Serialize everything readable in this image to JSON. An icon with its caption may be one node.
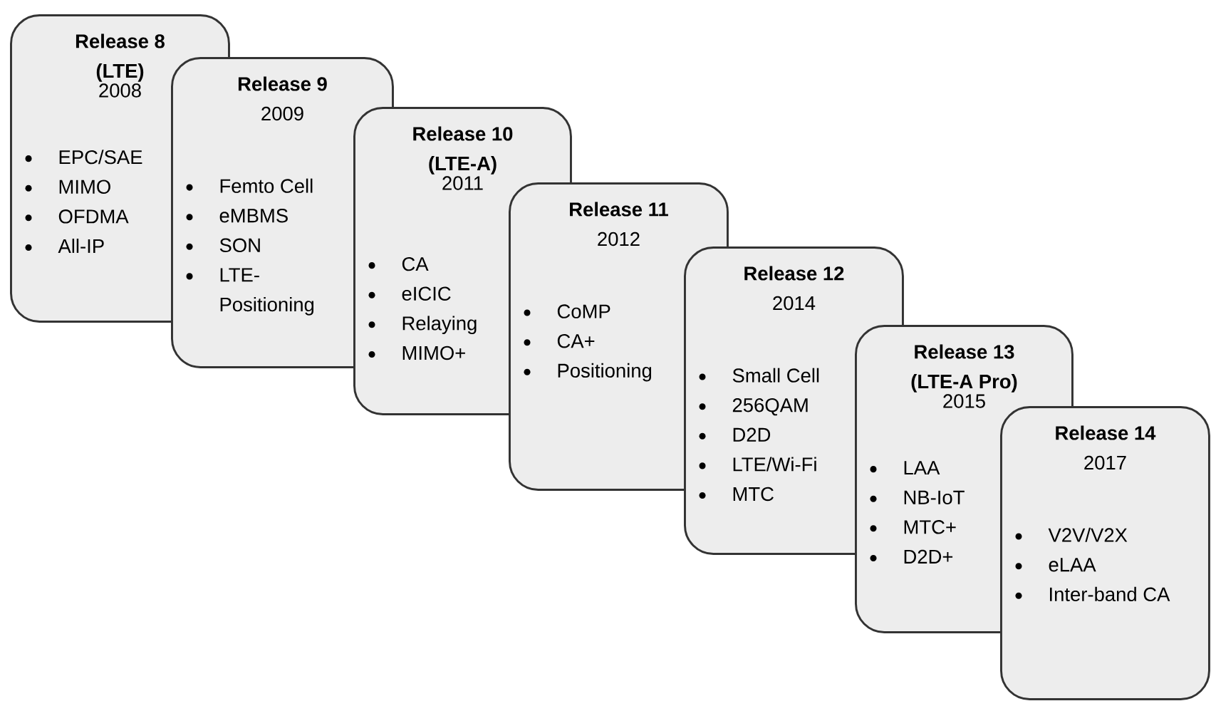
{
  "diagram": {
    "nodes": [
      {
        "text": [
          "Release 8 (LTE)",
          "2008",
          "EPC/SAE",
          "MIMO",
          "OFDMA",
          "All-IP"
        ]
      },
      {
        "text": [
          "Release 9",
          "2009",
          "Femto Cell",
          "eMBMS",
          "SON",
          "LTE-Positioning"
        ]
      },
      {
        "text": [
          "Release 10 (LTE-A)",
          "2011",
          "CA",
          "eICIC",
          "Relaying",
          "MIMO+"
        ]
      },
      {
        "text": [
          "Release 11",
          "2012",
          "CoMP",
          "CA+",
          "Positioning"
        ]
      },
      {
        "text": [
          "Release 12",
          "2014",
          "Small Cell",
          "256QAM",
          "D2D",
          "LTE/Wi-Fi",
          "MTC"
        ]
      },
      {
        "text": [
          "Release 13 (LTE-A Pro)",
          "2015",
          "LAA",
          "NB-IoT",
          "MTC+",
          "D2D+"
        ]
      },
      {
        "text": [
          "Release 14",
          "2017",
          "V2V/V2X",
          "eLAA",
          "Inter-band CA"
        ]
      }
    ]
  }
}
